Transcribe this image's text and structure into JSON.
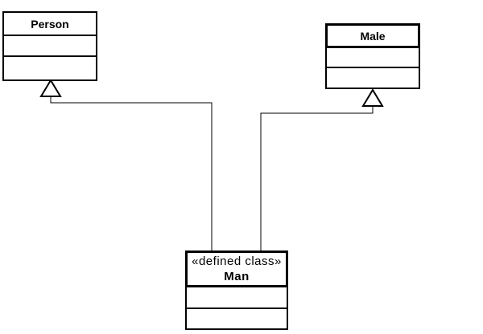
{
  "diagram": {
    "type": "uml-class-diagram",
    "colors": {
      "background": "#ffffff",
      "stroke": "#000000",
      "text": "#000000"
    },
    "classes": {
      "person": {
        "name": "Person"
      },
      "male": {
        "name": "Male"
      },
      "man": {
        "stereotype": "«defined class»",
        "name": "Man"
      }
    },
    "relations": [
      {
        "type": "generalization",
        "from": "Man",
        "to": "Person"
      },
      {
        "type": "generalization",
        "from": "Man",
        "to": "Male"
      }
    ]
  }
}
